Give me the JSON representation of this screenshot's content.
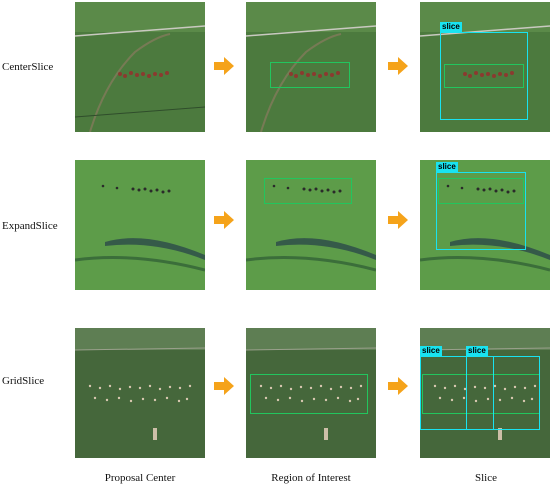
{
  "rows": [
    {
      "label": "CenterSlice"
    },
    {
      "label": "ExpandSlice"
    },
    {
      "label": "GridSlice"
    }
  ],
  "columns": [
    {
      "label": "Proposal Center"
    },
    {
      "label": "Region of Interest"
    },
    {
      "label": "Slice"
    }
  ],
  "slice_tag": "slice",
  "colors": {
    "arrow": "#f5a31a",
    "roi_box": "#22c55e",
    "slice_box": "#19e3f0",
    "grass_dark": "#3d6b3a",
    "grass_light": "#5fa14a"
  },
  "icons": {
    "arrow": "arrow-right-icon"
  }
}
